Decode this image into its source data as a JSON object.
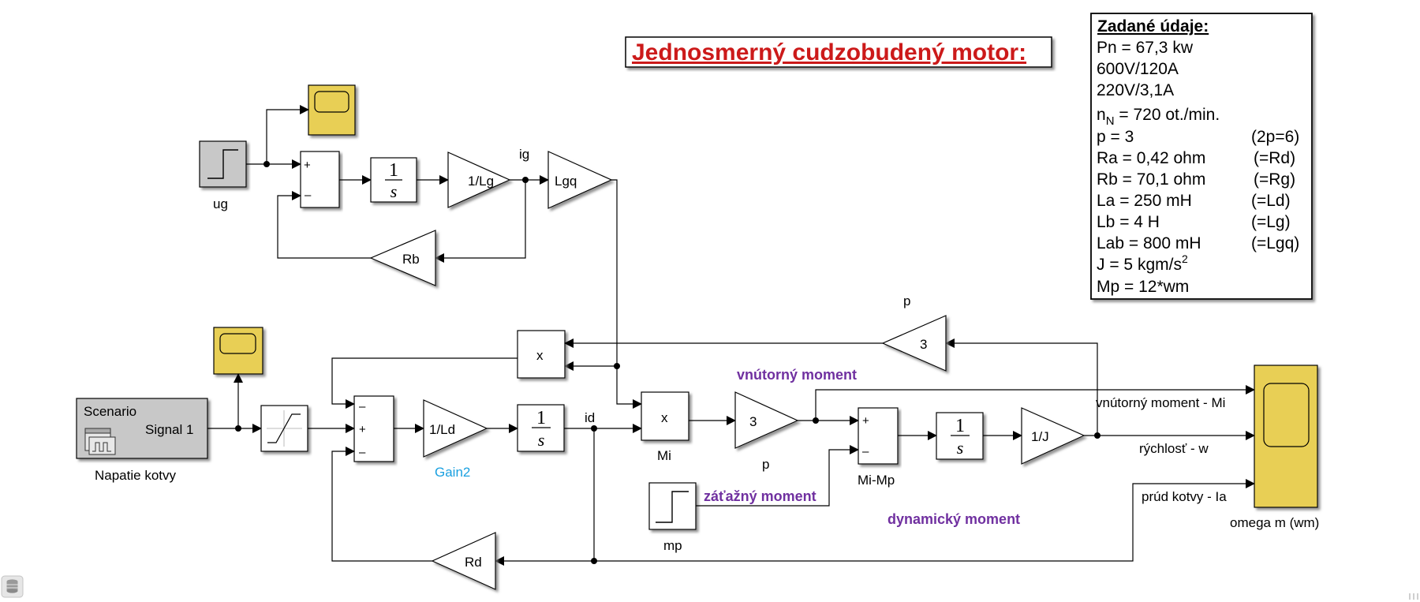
{
  "title": "Jednosmerný cudzobudený motor:",
  "info_box": {
    "heading": "Zadané údaje:",
    "line_pn": "Pn = 67,3 kw",
    "line_armature_rating": "600V/120A",
    "line_field_rating": "220V/3,1A",
    "line_nn_prefix": "n",
    "line_nn_sub": "N",
    "line_nn_rest": " = 720 ot./min.",
    "p_left": "p = 3",
    "p_right": "(2p=6)",
    "ra_left": "Ra = 0,42 ohm",
    "ra_right": "(=Rd)",
    "rb_left": "Rb = 70,1 ohm",
    "rb_right": "(=Rg)",
    "la_left": "La = 250 mH",
    "la_right": "(=Ld)",
    "lb_left": "Lb = 4 H",
    "lb_right": "(=Lg)",
    "lab_left": "Lab = 800 mH",
    "lab_right": "(=Lgq)",
    "j_text": "J = 5 kgm/s",
    "j_sup": "2",
    "mp_text": "Mp = 12*wm"
  },
  "blocks": {
    "ug_label": "ug",
    "integrator_num": "1",
    "integrator_den": "s",
    "gain_1_lg": "1/Lg",
    "gain_lgq": "Lgq",
    "gain_rb": "Rb",
    "signal_ig": "ig",
    "scenario_title": "Scenario",
    "scenario_signal": "Signal 1",
    "scenario_caption": "Napatie kotvy",
    "gain_1_ld": "1/Ld",
    "gain2_caption": "Gain2",
    "signal_id": "id",
    "product_x": "x",
    "mi_caption": "Mi",
    "gain_3": "3",
    "p_caption": "p",
    "gain_rd": "Rd",
    "step_mp_caption": "mp",
    "sum_mimp_caption": "Mi-Mp",
    "gain_1_j": "1/J",
    "scope_caption": "omega m (wm)",
    "plus": "+",
    "minus": "–"
  },
  "annotations": {
    "vnutorny_moment": "vnútorný moment",
    "zatazny_moment": "záťažný moment",
    "dynamicky_moment": "dynamický moment"
  },
  "scope_signals": {
    "mi": "vnútorný moment - Mi",
    "w": "rýchlosť - w",
    "ia": "prúd kotvy - Ia"
  },
  "colors": {
    "title_red": "#cc1a1a",
    "annotation_purple": "#7030a0",
    "gain2_blue": "#1aa0e0",
    "scope_yellow": "#e8cf54",
    "source_gray": "#c8c8c8"
  }
}
